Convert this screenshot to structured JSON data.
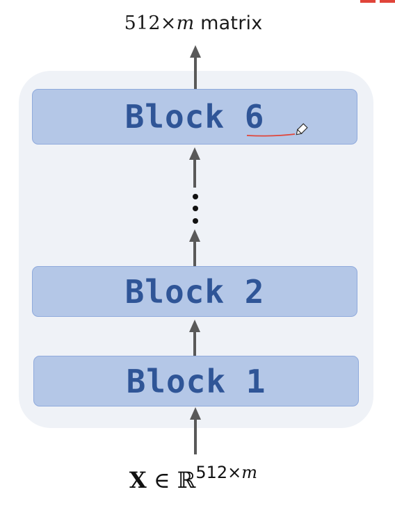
{
  "output": {
    "prefix": "512×",
    "variable": "m",
    "suffix": " matrix"
  },
  "blocks": {
    "top": "Block 6",
    "middle": "Block 2",
    "bottom": "Block 1"
  },
  "ellipsis": "⋮",
  "input": {
    "symbol": "X",
    "relation": " ∈ ",
    "space": "ℝ",
    "exponent_number": "512×",
    "exponent_variable": "m"
  },
  "colors": {
    "block_fill": "#b4c7e7",
    "block_border": "#8faadc",
    "block_text": "#2f5597",
    "panel_fill": "#eff2f7",
    "arrow": "#595959",
    "annotation_underline": "#e0453a",
    "corner_mark": "#e0453a"
  },
  "icons": {
    "annotation": "pencil-icon"
  }
}
